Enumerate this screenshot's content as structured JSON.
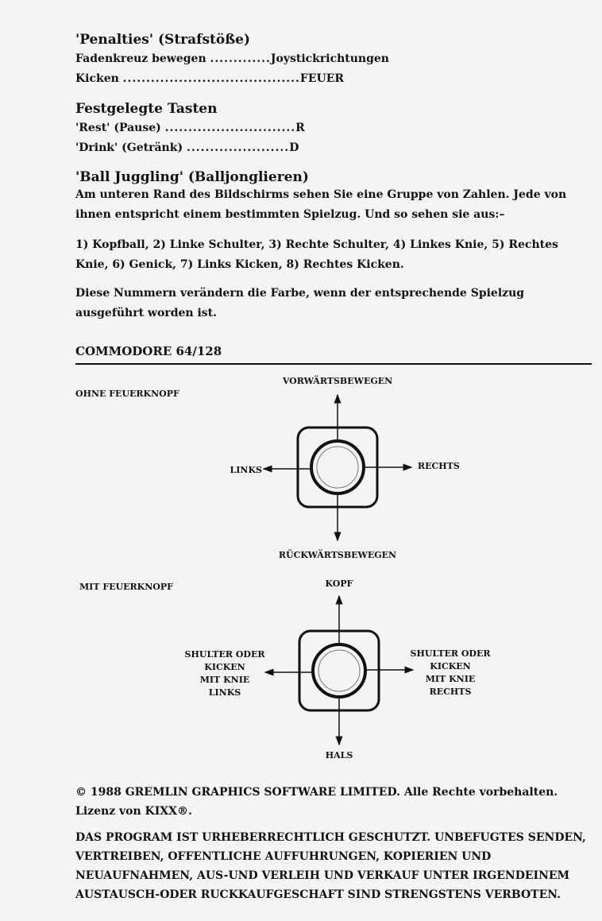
{
  "penalties": {
    "heading": "'Penalties' (Strafstöße)",
    "rows": [
      {
        "label": "Fadenkreuz bewegen",
        "dots": ".............",
        "value": "Joystickrichtungen"
      },
      {
        "label": "Kicken",
        "dots": "......................................",
        "value": "FEUER"
      }
    ]
  },
  "keys": {
    "heading": "Festgelegte Tasten",
    "rows": [
      {
        "label": "'Rest' (Pause)",
        "dots": "............................",
        "value": "R"
      },
      {
        "label": "'Drink' (Getränk)",
        "dots": "......................",
        "value": "D"
      }
    ]
  },
  "juggling": {
    "heading": "'Ball Juggling' (Balljonglieren)",
    "para1": "Am unteren Rand des Bildschirms sehen Sie eine Gruppe von Zahlen. Jede von ihnen entspricht einem bestimmten Spielzug. Und so sehen sie aus:–",
    "para2": "1) Kopfball, 2) Linke Schulter, 3) Rechte Schulter, 4) Linkes Knie, 5) Rechtes Knie, 6) Genick, 7) Links Kicken, 8) Rechtes Kicken.",
    "para3": "Diese Nummern verändern die Farbe, wenn der entsprechende Spielzug ausgeführt worden ist."
  },
  "section_title": "COMMODORE 64/128",
  "diagram1": {
    "caption": "OHNE FEUERKNOPF",
    "up": "VORWÄRTSBEWEGEN",
    "down": "RÜCKWÄRTSBEWEGEN",
    "left": "LINKS",
    "right": "RECHTS"
  },
  "diagram2": {
    "caption": "MIT FEUERKNOPF",
    "up": "KOPF",
    "down": "HALS",
    "left": [
      "SHULTER ODER",
      "KICKEN",
      "MIT KNIE",
      "LINKS"
    ],
    "right": [
      "SHULTER ODER",
      "KICKEN",
      "MIT KNIE",
      "RECHTS"
    ]
  },
  "copyright": "© 1988 GREMLIN GRAPHICS SOFTWARE LIMITED. Alle Rechte vorbehalten. Lizenz von KIXX®.",
  "legal": "DAS PROGRAM IST URHEBERRECHTLICH GESCHUTZT. UNBEFUGTES SENDEN, VERTREIBEN, OFFENTLICHE AUFFUHRUNGEN, KOPIERIEN UND NEUAUFNAHMEN, AUS-UND VERLEIH UND VERKAUF UNTER IRGENDEINEM AUSTAUSCH-ODER RUCKKAUFGESCHAFT SIND STRENGSTENS VERBOTEN."
}
